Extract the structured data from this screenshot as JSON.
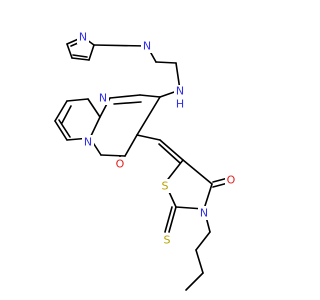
{
  "molecule": {
    "atoms": [
      {
        "key": "im_n_top",
        "label": "N",
        "color": "#3030e6"
      },
      {
        "key": "im_n_link",
        "label": "N",
        "color": "#3030e6"
      },
      {
        "key": "amine_n",
        "label": "N",
        "color": "#3030e6"
      },
      {
        "key": "amine_h",
        "label": "H",
        "color": "#3030e6"
      },
      {
        "key": "pyrim_n",
        "label": "N",
        "color": "#3030e6"
      },
      {
        "key": "pyrid_n",
        "label": "N",
        "color": "#3030e6"
      },
      {
        "key": "ketone_o",
        "label": "O",
        "color": "#e62020"
      },
      {
        "key": "thiaz_o",
        "label": "O",
        "color": "#e62020"
      },
      {
        "key": "ring_s",
        "label": "S",
        "color": "#b8a000"
      },
      {
        "key": "thione_s",
        "label": "S",
        "color": "#b8a000"
      },
      {
        "key": "thiaz_n",
        "label": "N",
        "color": "#3030e6"
      }
    ]
  }
}
